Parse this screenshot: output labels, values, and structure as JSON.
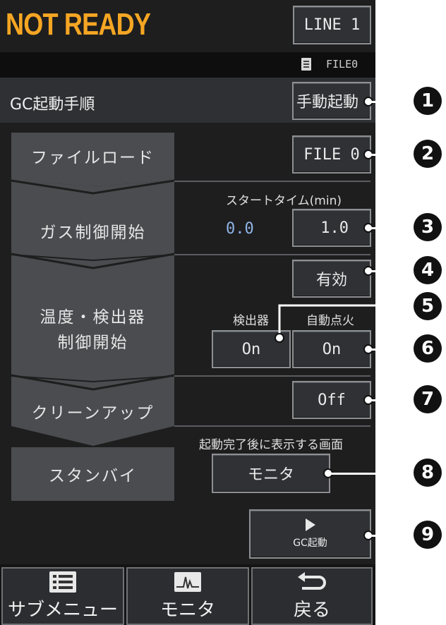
{
  "status": {
    "text": "NOT READY",
    "color": "#f5a623"
  },
  "line_button": {
    "label": "LINE 1"
  },
  "file_indicator": {
    "icon": "document-icon",
    "label": "FILE0"
  },
  "procedure": {
    "title": "GC起動手順",
    "manual_start_label": "手動起動"
  },
  "steps": {
    "file_load": {
      "label": "ファイルロード",
      "file_button": "FILE 0"
    },
    "gas_control": {
      "label": "ガス制御開始",
      "start_time_label": "スタートタイム(min)",
      "current_value": "0.0",
      "set_value": "1.0"
    },
    "temp_detector": {
      "label_line1": "温度・検出器",
      "label_line2": "制御開始",
      "enable_label": "有効",
      "detector_label": "検出器",
      "auto_ignite_label": "自動点火",
      "detector_value": "On",
      "auto_ignite_value": "On"
    },
    "cleanup": {
      "label": "クリーンアップ",
      "value": "Off"
    },
    "standby": {
      "label": "スタンバイ",
      "screen_label": "起動完了後に表示する画面",
      "screen_value": "モニタ"
    }
  },
  "gc_start": {
    "icon": "play-icon",
    "label": "GC起動"
  },
  "bottom_tabs": [
    {
      "label": "サブメニュー",
      "icon": "list-icon"
    },
    {
      "label": "モニタ",
      "icon": "monitor-icon"
    },
    {
      "label": "戻る",
      "icon": "return-icon"
    }
  ],
  "callouts": [
    "1",
    "2",
    "3",
    "4",
    "5",
    "6",
    "7",
    "8",
    "9"
  ]
}
